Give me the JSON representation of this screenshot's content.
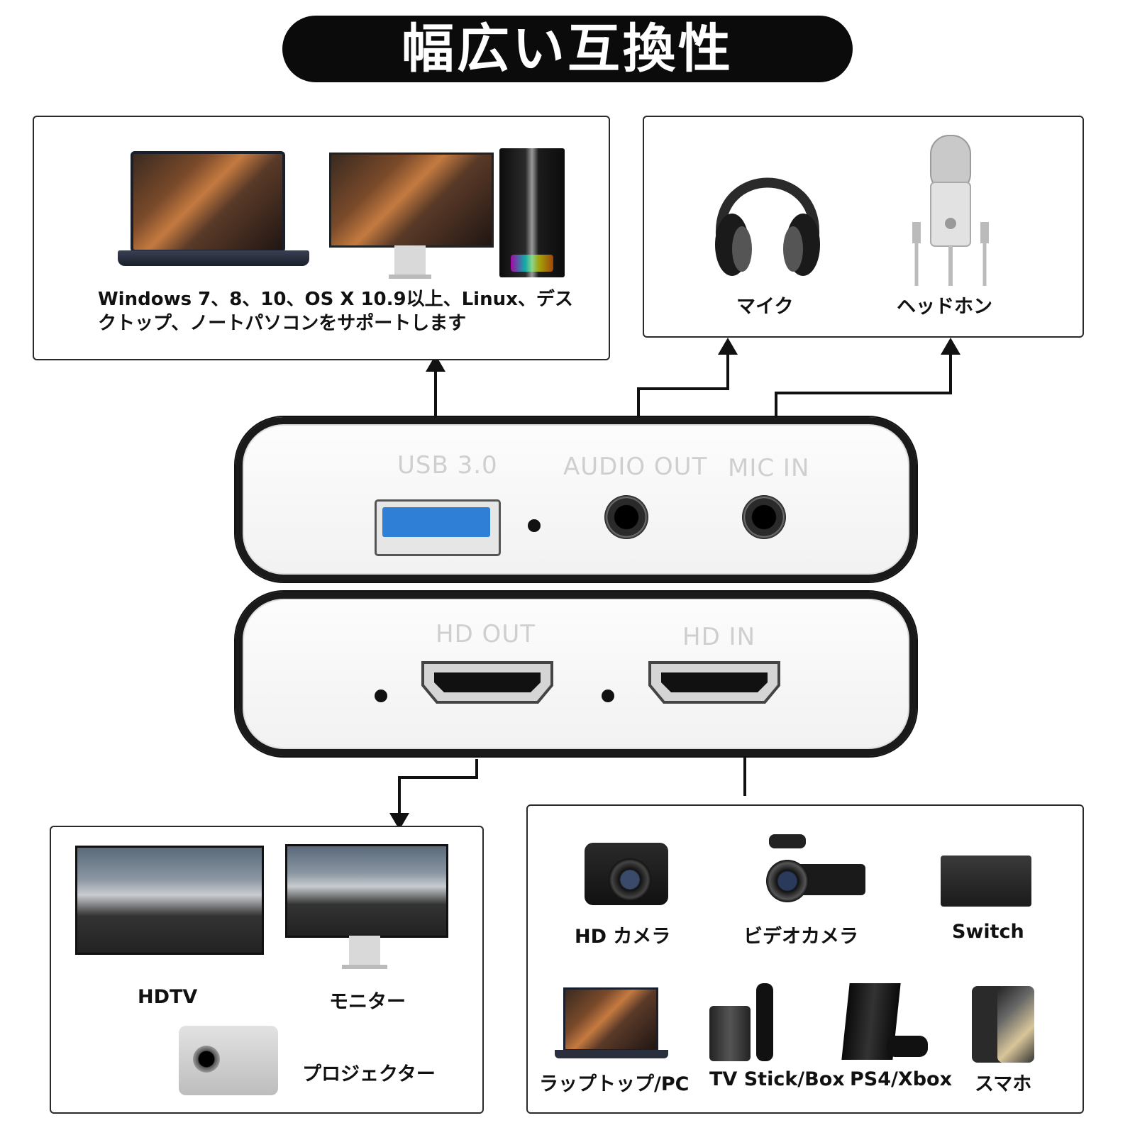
{
  "title": "幅広い互換性",
  "pc_box": {
    "description": "Windows 7、8、10、OS X 10.9以上、Linux、デスクトップ、ノートパソコンをサポートします",
    "line1": "Windows 7、8、10、OS X 10.9以上、Linux、デス",
    "line2": "クトップ、ノートパソコンをサポートします"
  },
  "audio_box": {
    "left_label": "マイク",
    "right_label": "ヘッドホン"
  },
  "device_top": {
    "usb_label": "USB 3.0",
    "audio_out_label": "AUDIO OUT",
    "mic_in_label": "MIC IN"
  },
  "device_bottom": {
    "hd_out_label": "HD OUT",
    "hd_in_label": "HD IN"
  },
  "output_box": {
    "items": [
      {
        "label": "HDTV"
      },
      {
        "label": "モニター"
      },
      {
        "label": "プロジェクター"
      }
    ]
  },
  "input_box": {
    "items": [
      {
        "label": "HD カメラ"
      },
      {
        "label": "ビデオカメラ"
      },
      {
        "label": "Switch"
      },
      {
        "label": "ラップトップ/PC"
      },
      {
        "label": "TV Stick/Box"
      },
      {
        "label": "PS4/Xbox"
      },
      {
        "label": "スマホ"
      }
    ]
  },
  "colors": {
    "title_bg": "#0b0b0b",
    "usb_blue": "#2f7fd6",
    "device_border": "#1a1a1a"
  }
}
